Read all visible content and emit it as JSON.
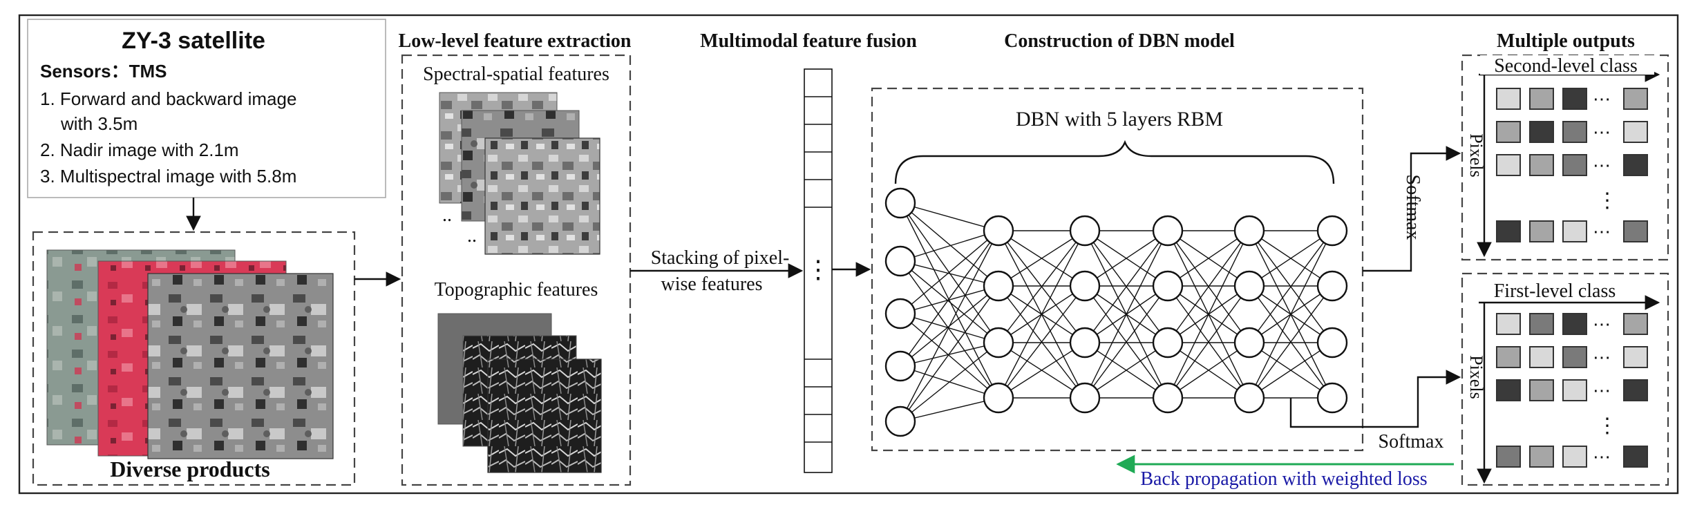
{
  "sections": {
    "low_level": "Low-level feature extraction",
    "fusion": "Multimodal feature fusion",
    "dbn": "Construction of DBN model",
    "outputs": "Multiple outputs"
  },
  "satellite": {
    "title": "ZY-3 satellite",
    "sensors": "Sensors：TMS",
    "line1": "1. Forward and backward image",
    "line1b": "with 3.5m",
    "line2": "2. Nadir image with 2.1m",
    "line3": "3. Multispectral image with 5.8m"
  },
  "products_label": "Diverse products",
  "features": {
    "spectral": "Spectral-spatial features",
    "topographic": "Topographic features",
    "ellipsis": ".."
  },
  "stacking": {
    "line1": "Stacking of pixel-",
    "line2": "wise features"
  },
  "vector_ellipsis": "⋮",
  "dbn_label": "DBN with 5 layers RBM",
  "softmax": "Softmax",
  "pixels": "Pixels",
  "second_level": "Second-level class",
  "first_level": "First-level class",
  "grid_ellipsis": "⋯",
  "grid_vdots": "⋮",
  "backprop": "Back propagation with weighted loss",
  "colors": {
    "backprop_arrow": "#1faa55",
    "backprop_text": "#1a1aa6",
    "red_image": "#d93a57",
    "multispectral": "#8a9a92"
  }
}
